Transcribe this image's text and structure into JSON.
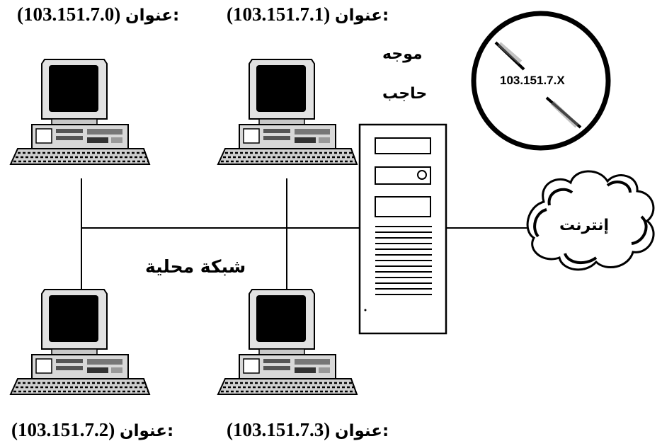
{
  "computers": [
    {
      "id": "pc-0",
      "prefix": "عنوان: ",
      "address": "(103.151.7.0)"
    },
    {
      "id": "pc-1",
      "prefix": "عنوان: ",
      "address": "(103.151.7.1)"
    },
    {
      "id": "pc-2",
      "prefix": "عنوان: ",
      "address": "(103.151.7.2)"
    },
    {
      "id": "pc-3",
      "prefix": "عنوان: ",
      "address": "(103.151.7.3)"
    }
  ],
  "router": {
    "line1": "موجه",
    "line2": "حاجب"
  },
  "subnet_label": "103.151.7.X",
  "lan_label": "شبكة محلية",
  "internet_label": "إنترنت"
}
